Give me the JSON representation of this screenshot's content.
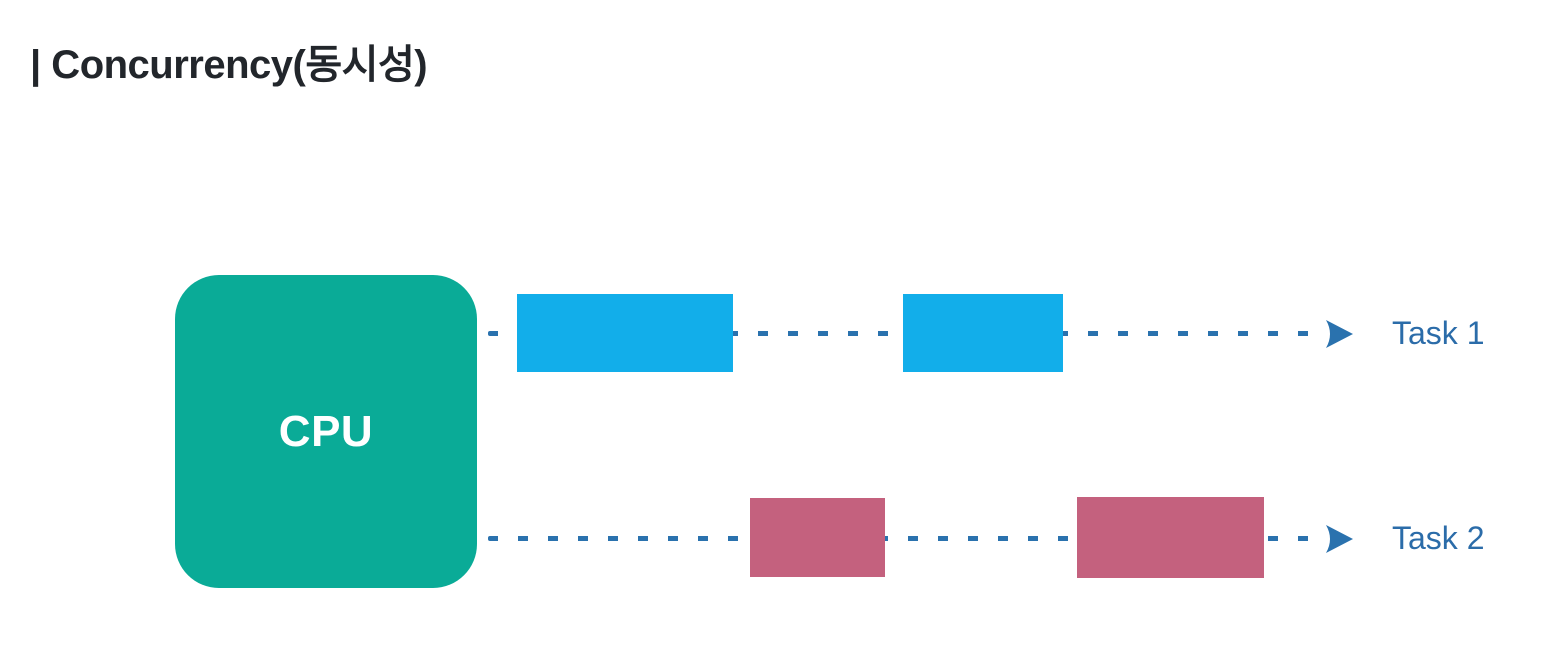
{
  "title": "| Concurrency(동시성)",
  "cpu": {
    "label": "CPU"
  },
  "tasks": [
    {
      "label": "Task 1",
      "color": "#12aeea",
      "execution_blocks": 2
    },
    {
      "label": "Task 2",
      "color": "#c4617e",
      "execution_blocks": 2
    }
  ],
  "colors": {
    "background": "#ffffff",
    "title-text": "#22262b",
    "cpu-fill": "#0aab97",
    "cpu-text": "#ffffff",
    "task1-fill": "#12aeea",
    "task2-fill": "#c4617e",
    "timeline": "#2a72ae",
    "task-label": "#2b6ca9"
  }
}
